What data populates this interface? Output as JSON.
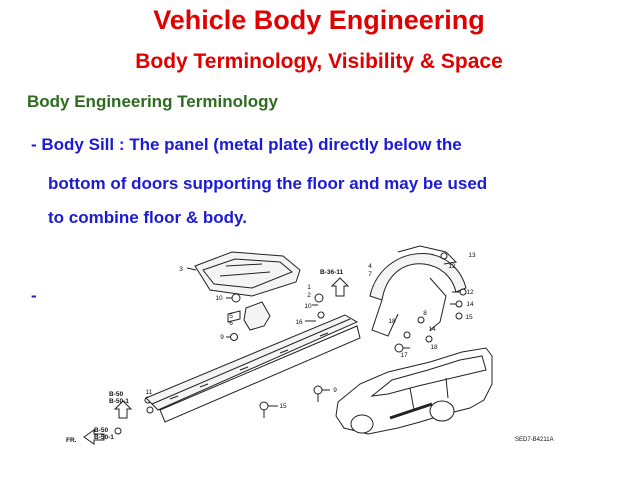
{
  "slide": {
    "title": "Vehicle Body Engineering",
    "subtitle": "Body  Terminology, Visibility & Space",
    "section_heading": "Body Engineering Terminology",
    "bullet_lines": [
      "- Body Sill : The panel (metal plate) directly below the",
      "bottom of doors supporting the floor and may be used",
      "to combine floor & body."
    ],
    "second_bullet": "-"
  },
  "diagram": {
    "callouts": {
      "n1": "1",
      "n2": "2",
      "n3": "3",
      "n4": "4",
      "n5": "5",
      "n6": "6",
      "n7": "7",
      "n8": "8",
      "n9a": "9",
      "n9b": "9",
      "n10a": "10",
      "n10b": "10",
      "n11": "11",
      "n12a": "12",
      "n12b": "12",
      "n13": "13",
      "n14a": "14",
      "n14b": "14",
      "n15a": "15",
      "n15b": "15",
      "n16": "16",
      "n17": "17",
      "n18a": "18",
      "n18b": "18"
    },
    "ref_b3611": "B-36-11",
    "ref_b50": "B-50",
    "ref_b501": "B-50-1",
    "ref_b50b": "B-50",
    "ref_b501b": "B-50-1",
    "fr_label": "FR.",
    "part_code": "SED7-B4211A"
  },
  "colors": {
    "title": "#e00000",
    "section_heading": "#2e6b20",
    "body_text": "#1b1bd6"
  }
}
